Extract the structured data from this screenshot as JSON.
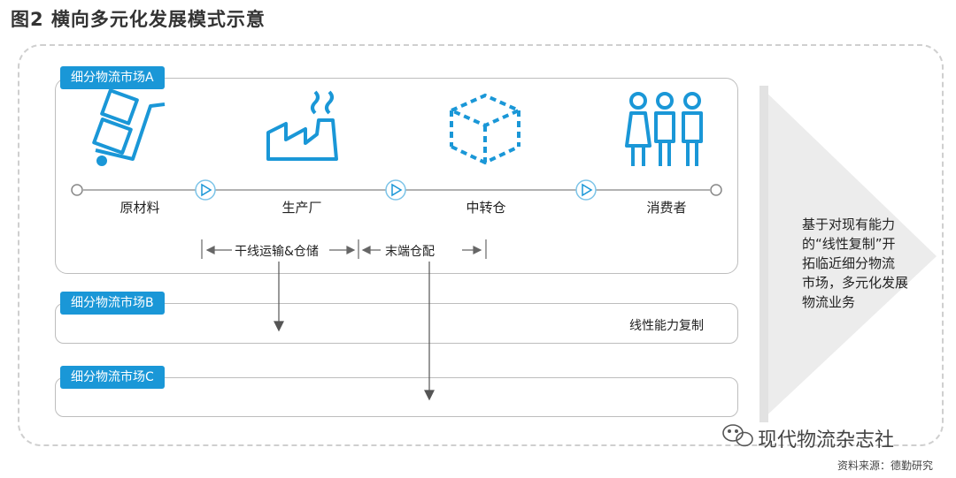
{
  "figure": {
    "title": "图2  横向多元化发展模式示意"
  },
  "markets": [
    {
      "tag": "细分物流市场A"
    },
    {
      "tag": "细分物流市场B",
      "note": "线性能力复制"
    },
    {
      "tag": "细分物流市场C"
    }
  ],
  "stages": [
    {
      "label": "原材料",
      "icon": "hand-truck-boxes-icon"
    },
    {
      "label": "生产厂",
      "icon": "factory-icon"
    },
    {
      "label": "中转仓",
      "icon": "dashed-cube-icon"
    },
    {
      "label": "消费者",
      "icon": "people-icon"
    }
  ],
  "segments": [
    {
      "label": "干线运输&仓储"
    },
    {
      "label": "末端仓配"
    }
  ],
  "side_note": {
    "lines": [
      "基于对现有能力",
      "的“线性复制”开",
      "拓临近细分物流",
      "市场，多元化发展",
      "物流业务"
    ]
  },
  "watermark": {
    "text": "现代物流杂志社",
    "icon": "wechat-icon"
  },
  "source": {
    "text": "资料来源：德勤研究"
  },
  "colors": {
    "accent": "#1a97d7",
    "border": "#bdbdbd",
    "arrow_fill": "#e9e9e9"
  }
}
